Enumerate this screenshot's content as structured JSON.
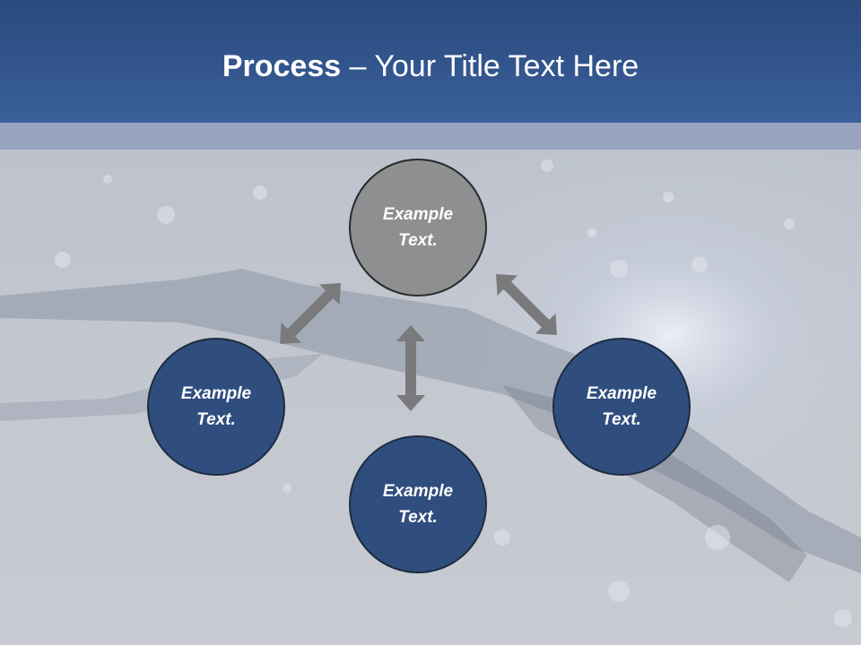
{
  "slide": {
    "title_bold": "Process",
    "title_rest": " – Your Title Text Here"
  },
  "nodes": [
    {
      "label": "Example Text.",
      "color": "#8e8f91"
    },
    {
      "label": "Example Text.",
      "color": "#2f4e7e"
    },
    {
      "label": "Example Text.",
      "color": "#2f4e7e"
    },
    {
      "label": "Example Text.",
      "color": "#2f4e7e"
    }
  ],
  "colors": {
    "header": "#33568f",
    "band": "#97a3bf",
    "arrow": "#7a7a7c"
  },
  "icons": [
    "double-arrow-icon"
  ]
}
